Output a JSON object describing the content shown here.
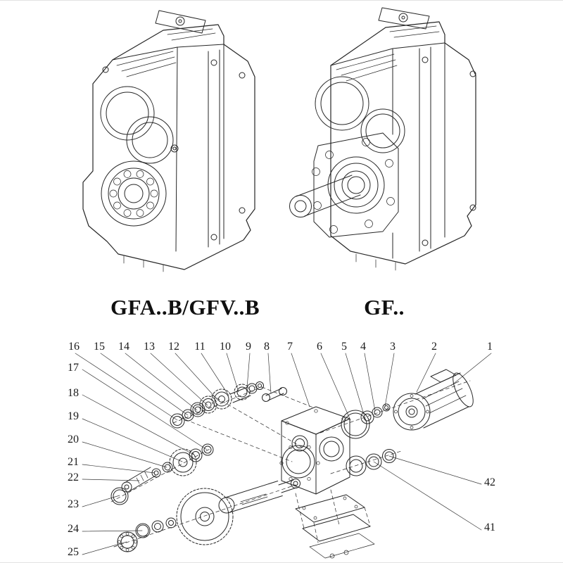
{
  "page": {
    "background": "#ffffff",
    "ink": "#262626"
  },
  "models": [
    {
      "label": "GFA..B/GFV..B"
    },
    {
      "label": "GF.."
    }
  ],
  "callouts": {
    "top_row": [
      "16",
      "15",
      "14",
      "13",
      "12",
      "11",
      "10",
      "9",
      "8",
      "7",
      "6",
      "5",
      "4",
      "3",
      "2",
      "1"
    ],
    "left_col": [
      "17",
      "18",
      "19",
      "20",
      "21",
      "22",
      "23",
      "24",
      "25"
    ],
    "right_col": [
      "42",
      "41"
    ]
  }
}
